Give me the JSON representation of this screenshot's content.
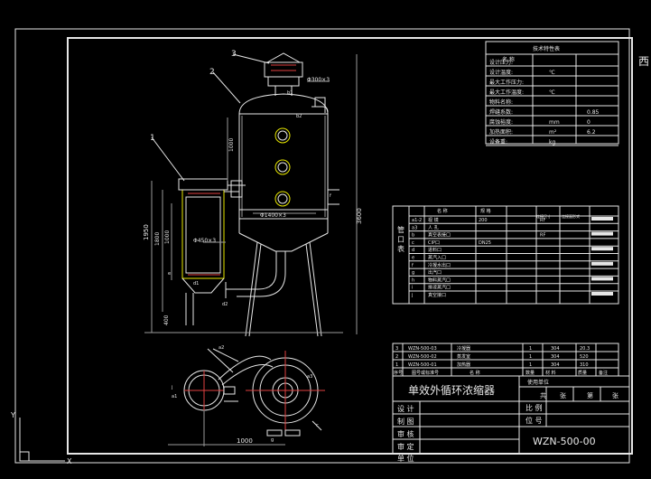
{
  "title_block": {
    "drawing_title": "单效外循环浓缩器",
    "drawing_number": "WZN-500-00",
    "owner_label": "使用单位",
    "header_cells": [
      "共",
      "张",
      "第",
      "张"
    ],
    "ratio_label": "比 例",
    "position_label": "位 号",
    "signatures": [
      "设 计",
      "制 图",
      "审 核",
      "审 定",
      "单 位"
    ],
    "bom_header": [
      "序号",
      "图号或标准号",
      "名 称",
      "数量",
      "材 料",
      "质量",
      "备注"
    ],
    "bom_rows": [
      {
        "no": "3",
        "code": "WZN-500-03",
        "name": "冷凝器",
        "qty": "1",
        "w": "20.3"
      },
      {
        "no": "2",
        "code": "WZN-500-02",
        "name": "蒸发室",
        "qty": "1",
        "w": "520"
      },
      {
        "no": "1",
        "code": "WZN-500-01",
        "name": "加热器",
        "qty": "1",
        "w": "310"
      }
    ],
    "bom_materials": [
      "304",
      "304",
      "304"
    ]
  },
  "tech_table": {
    "title": "技术特性表",
    "col_header": "名 称",
    "rows": [
      {
        "name": "设计压力:",
        "unit": "",
        "value": ""
      },
      {
        "name": "设计温度:",
        "unit": "℃",
        "value": ""
      },
      {
        "name": "最大工作压力:",
        "unit": "",
        "value": ""
      },
      {
        "name": "最大工作温度:",
        "unit": "℃",
        "value": ""
      },
      {
        "name": "物料名称:",
        "unit": "",
        "value": ""
      },
      {
        "name": "焊缝系数:",
        "unit": "",
        "value": "0.85"
      },
      {
        "name": "腐蚀裕度:",
        "unit": "mm",
        "value": "0"
      },
      {
        "name": "加热面积:",
        "unit": "m²",
        "value": "6.2"
      },
      {
        "name": "设备重:",
        "unit": "kg",
        "value": ""
      }
    ]
  },
  "nozzle_table": {
    "side_label": "管 口 表",
    "header": [
      "名 称",
      "规 格",
      "连接尺寸",
      "连接面形式"
    ],
    "rows": [
      {
        "id": "a1-2",
        "name": "视 镜",
        "spec": "200",
        "std": "RF"
      },
      {
        "id": "a3",
        "name": "人 孔",
        "spec": "",
        "std": ""
      },
      {
        "id": "b",
        "name": "真空表接口",
        "spec": "",
        "std": "RF"
      },
      {
        "id": "c",
        "name": "CIP口",
        "spec": "DN25",
        "std": ""
      },
      {
        "id": "d",
        "name": "进料口",
        "spec": "",
        "std": ""
      },
      {
        "id": "e",
        "name": "蒸汽入口",
        "spec": "",
        "std": ""
      },
      {
        "id": "f",
        "name": "冷凝水出口",
        "spec": "",
        "std": ""
      },
      {
        "id": "g",
        "name": "出汽口",
        "spec": "",
        "std": ""
      },
      {
        "id": "h",
        "name": "物料蒸汽口",
        "spec": "",
        "std": ""
      },
      {
        "id": "i",
        "name": "排液蒸汽口",
        "spec": "",
        "std": ""
      },
      {
        "id": "j",
        "name": "真空接口",
        "spec": "",
        "std": ""
      }
    ]
  },
  "part_labels": [
    "1",
    "2",
    "3"
  ],
  "dimensions": {
    "overall_height": "3600",
    "base_width": "1000",
    "heater_height": "1950",
    "condenser_dia": "Φ300×3",
    "shell_dia": "Φ1400×3",
    "heater_dia": "Φ450×3",
    "body_height": "1000",
    "separator": "1000",
    "level1": "400",
    "level2": "1800",
    "level3": "1000"
  },
  "nozzle_marks": [
    "b1",
    "b2",
    "f",
    "d1",
    "d2",
    "e",
    "j",
    "a1",
    "a2",
    "a3",
    "c",
    "g",
    "h",
    "i"
  ],
  "watermark": "西",
  "ucs": {
    "x": "X",
    "y": "Y"
  },
  "colors": {
    "bg": "#000000",
    "line": "#e6e6e6",
    "yellow": "#e8e800",
    "red": "#e04040"
  }
}
